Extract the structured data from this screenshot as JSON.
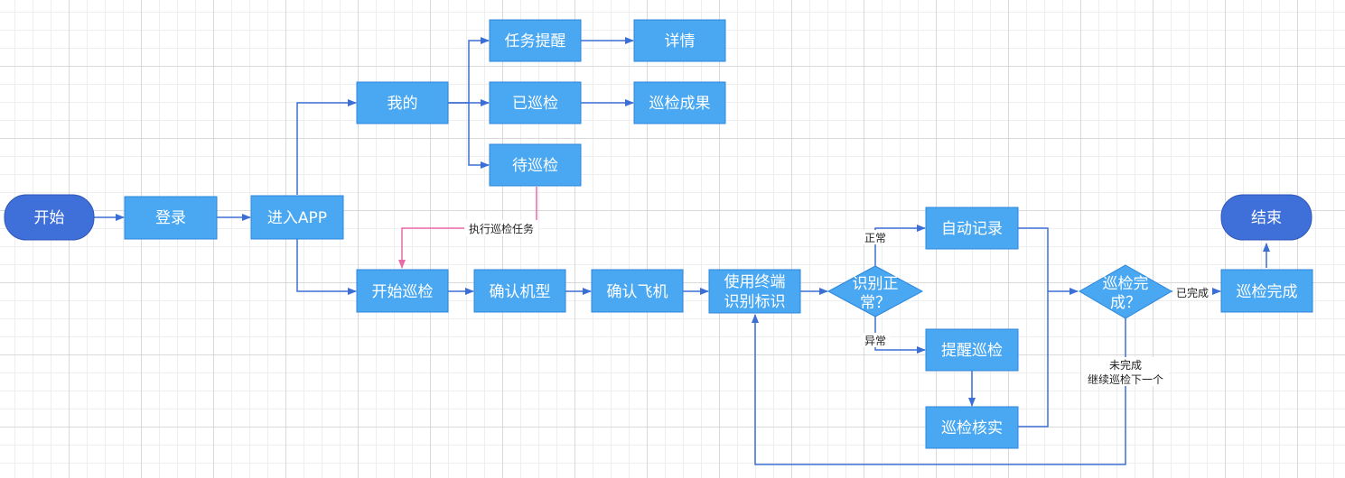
{
  "colors": {
    "process_fill": "#4aa8f2",
    "process_stroke": "#2e86d9",
    "terminal_fill": "#3f6fd8",
    "terminal_stroke": "#2f57b8",
    "edge": "#3b6fd6",
    "edge_pink": "#e86aa9"
  },
  "nodes": {
    "start": "开始",
    "login": "登录",
    "enter_app": "进入APP",
    "mine": "我的",
    "task_remind": "任务提醒",
    "detail": "详情",
    "patrolled": "已巡检",
    "patrol_result": "巡检成果",
    "to_patrol": "待巡检",
    "start_patrol": "开始巡检",
    "confirm_model": "确认机型",
    "confirm_aircraft": "确认飞机",
    "use_terminal_1": "使用终端",
    "use_terminal_2": "识别标识",
    "identify_normal_1": "识别正",
    "identify_normal_2": "常？",
    "auto_record": "自动记录",
    "remind_patrol": "提醒巡检",
    "patrol_verify": "巡检核实",
    "patrol_done_q_1": "巡检完",
    "patrol_done_q_2": "成？",
    "patrol_complete": "巡检完成",
    "end": "结束"
  },
  "edges": {
    "execute_task": "执行巡检任务",
    "normal": "正常",
    "abnormal": "异常",
    "completed": "已完成",
    "not_completed_1": "未完成",
    "not_completed_2": "继续巡检下一个"
  }
}
